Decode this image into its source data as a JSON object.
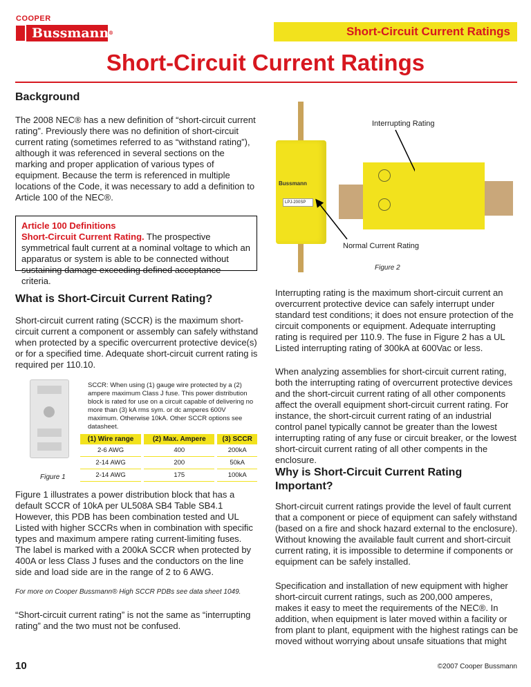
{
  "header": {
    "logo_top": "COOPER",
    "logo_main": "Bussmann",
    "logo_reg": "®",
    "section_title": "Short-Circuit Current Ratings"
  },
  "page_title": "Short-Circuit Current Ratings",
  "background": {
    "heading": "Background",
    "paragraph": "The 2008 NEC® has a new definition of “short-circuit current rating”. Previously there was no definition of short-circuit current rating (sometimes referred to as “withstand rating”), although it was referenced in several sections on the marking and proper application of various types of equipment. Because the term is referenced in multiple locations of the Code, it was necessary to add a definition to Article 100 of the NEC®."
  },
  "definition_box": {
    "title": "Article 100 Definitions",
    "term": "Short-Circuit Current Rating.",
    "text": " The prospective symmetrical fault current at a nominal voltage to which an apparatus or system is able to be connected without sustaining damage exceeding defined acceptance criteria."
  },
  "what_is": {
    "heading": "What is Short-Circuit Current Rating?",
    "paragraph": "Short-circuit current rating (SCCR) is the maximum short-circuit current a component or assembly can safely withstand when protected by a specific overcurrent protective device(s) or for a specified time.  Adequate short-circuit current rating is required per 110.10."
  },
  "figure1": {
    "note": "SCCR: When using (1) gauge wire protected by a (2) ampere maximum Class J fuse. This power distribution block is rated for use on a circuit capable of delivering no more than (3) kA rms sym. or dc amperes 600V maximum. Otherwise 10kA. Other SCCR options see datasheet.",
    "headers": [
      "(1) Wire range",
      "(2) Max. Ampere",
      "(3) SCCR"
    ],
    "rows": [
      [
        "2-6 AWG",
        "400",
        "200kA"
      ],
      [
        "2-14 AWG",
        "200",
        "50kA"
      ],
      [
        "2-14 AWG",
        "175",
        "100kA"
      ]
    ],
    "caption": "Figure 1"
  },
  "figure1_text": {
    "paragraph": "Figure 1 illustrates a power distribution block that has a default SCCR of 10kA per UL508A SB4 Table SB4.1 However, this PDB has been combination tested and UL Listed with higher SCCRs when in combination with specific types and maximum ampere rating current-limiting fuses. The label is marked with a 200kA SCCR when protected by 400A or less Class J fuses and the conductors on the line side and load side are in the range of 2 to 6 AWG.",
    "note": "For more on Cooper Bussmann® High SCCR PDBs see data sheet 1049.",
    "closing": "“Short-circuit current rating” is not the same as “interrupting rating” and the two must not be confused."
  },
  "figure2": {
    "label_interrupting": "Interrupting Rating",
    "label_normal": "Normal Current Rating",
    "caption": "Figure 2",
    "fuse_brand": "Bussmann",
    "fuse_label": "LPJ-200SP",
    "accent": "#f2e21d"
  },
  "right_col": {
    "p1": "Interrupting rating is the maximum short-circuit current an overcurrent protective device can safely interrupt under standard test conditions; it does not ensure protection of the circuit components or equipment. Adequate interrupting rating is required per 110.9.  The fuse in Figure 2 has a UL Listed interrupting rating of 300kA at 600Vac or less.",
    "p2": "When analyzing assemblies for short-circuit current rating, both the interrupting rating of overcurrent protective devices and the short-circuit current rating of all other components affect the overall equipment short-circuit current rating.  For instance, the short-circuit current rating of an industrial control panel typically cannot be greater than the lowest interrupting rating of any fuse or circuit breaker, or the lowest short-circuit current rating of all other compents in the enclosure.",
    "heading": "Why is Short-Circuit Current Rating Important?",
    "p3": "Short-circuit current ratings provide the level of fault current that a component or piece of equipment can safely withstand (based on a fire and shock hazard external to the enclosure). Without knowing the available fault current and short-circuit current rating, it is impossible to determine if components or equipment can be safely installed.",
    "p4": "Specification and installation of new equipment with higher short-circuit current ratings, such as 200,000 amperes, makes it easy to meet the requirements of the NEC®.  In addition, when equipment is later moved within a facility or from plant to plant, equipment with the highest ratings can be moved without worrying about unsafe situations that might"
  },
  "footer": {
    "page_number": "10",
    "copyright": "©2007 Cooper Bussmann"
  },
  "colors": {
    "brand_red": "#d7171f",
    "brand_yellow": "#f2e21d"
  }
}
